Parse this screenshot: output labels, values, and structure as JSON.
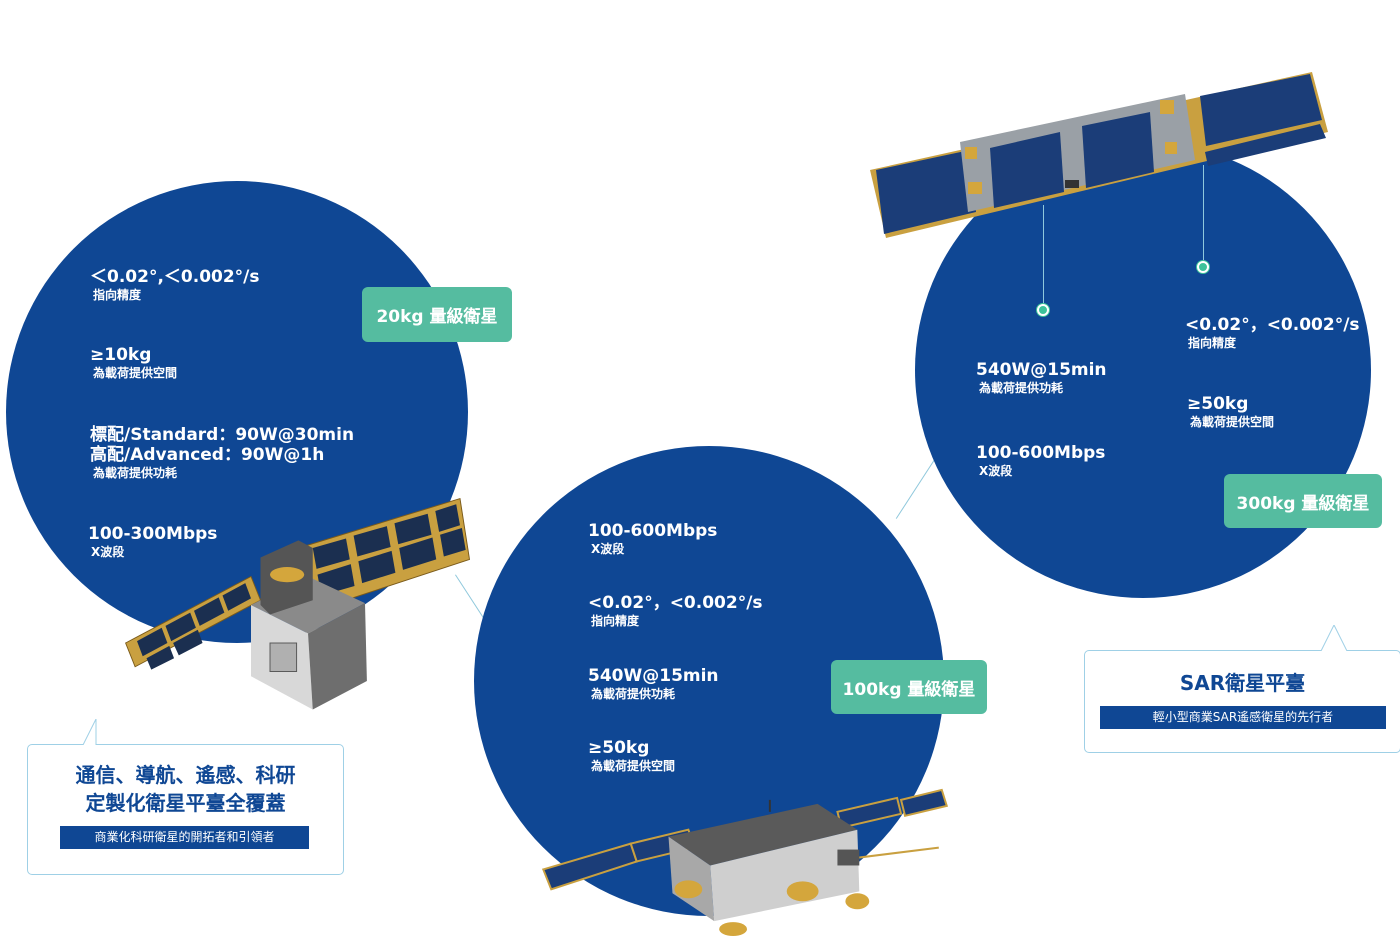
{
  "left": {
    "badge": "20kg 量級衛星",
    "specs": [
      {
        "value": "＜0.02°,＜0.002°/s",
        "label": "指向精度"
      },
      {
        "value": "≥10kg",
        "label": "為載荷提供空間"
      },
      {
        "value": "標配/Standard：90W@30min",
        "value2": "高配/Advanced：90W@1h",
        "label": "為載荷提供功耗"
      },
      {
        "value": "100-300Mbps",
        "label": "X波段"
      }
    ],
    "callout": {
      "title1": "通信、導航、遙感、科研",
      "title2": "定製化衛星平臺全覆蓋",
      "sub": "商業化科研衛星的開拓者和引領者"
    }
  },
  "middle": {
    "badge": "100kg 量級衛星",
    "specs": [
      {
        "value": "100-600Mbps",
        "label": "X波段"
      },
      {
        "value": "<0.02°，<0.002°/s",
        "label": "指向精度"
      },
      {
        "value": "540W@15min",
        "label": "為載荷提供功耗"
      },
      {
        "value": "≥50kg",
        "label": "為載荷提供空間"
      }
    ]
  },
  "right": {
    "badge": "300kg 量級衛星",
    "specs": [
      {
        "value": "540W@15min",
        "label": "為載荷提供功耗"
      },
      {
        "value": "100-600Mbps",
        "label": "X波段"
      },
      {
        "value": "<0.02°，<0.002°/s",
        "label": "指向精度"
      },
      {
        "value": "≥50kg",
        "label": "為載荷提供空間"
      }
    ],
    "callout": {
      "title": "SAR衛星平臺",
      "sub": "輕小型商業SAR遙感衛星的先行者"
    }
  },
  "colors": {
    "circle": "#0f4794",
    "badge": "#55bca0",
    "accent_line": "#8fc8dc",
    "dot": "#3cc29a"
  }
}
